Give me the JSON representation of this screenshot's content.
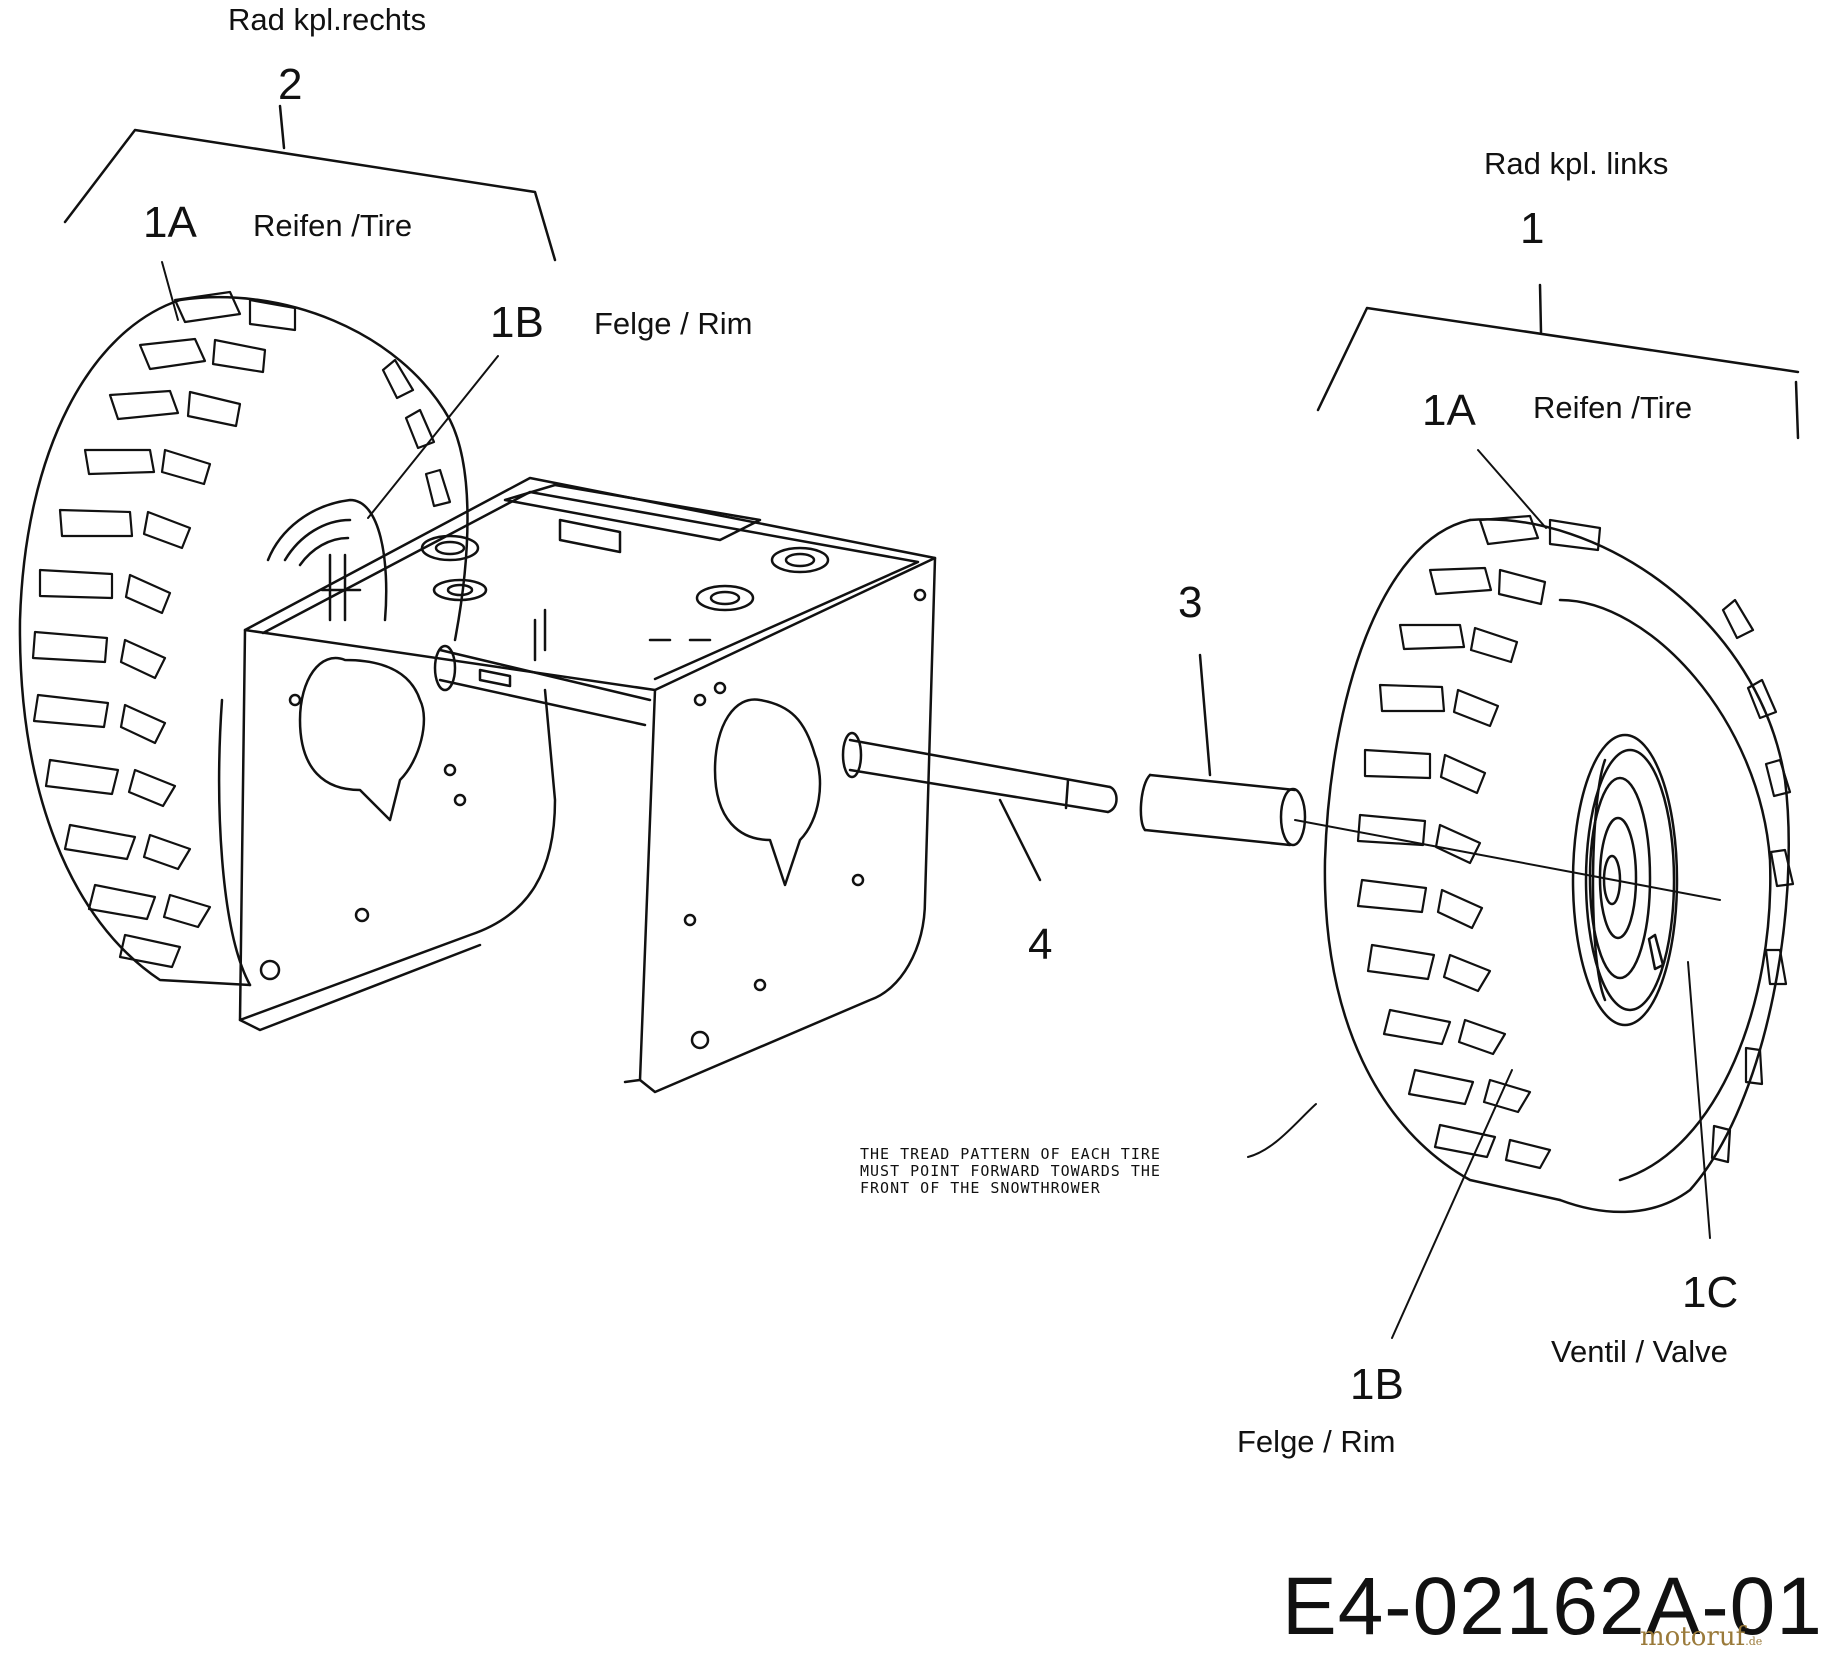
{
  "labels": {
    "right_wheel_caption": "Rad kpl.rechts",
    "right_wheel_number": "2",
    "left_wheel_caption": "Rad kpl. links",
    "left_wheel_number": "1",
    "tire_num_right": "1A",
    "tire_text_right": "Reifen /Tire",
    "rim_num_right": "1B",
    "rim_text_right": "Felge / Rim",
    "tire_num_left": "1A",
    "tire_text_left": "Reifen /Tire",
    "spacer_num": "3",
    "axle_num": "4",
    "valve_num": "1C",
    "valve_text": "Ventil / Valve",
    "rim_num_left": "1B",
    "rim_text_left": "Felge / Rim"
  },
  "note": {
    "line1": "THE TREAD PATTERN OF EACH TIRE",
    "line2": "MUST POINT FORWARD TOWARDS THE",
    "line3": "FRONT OF THE SNOWTHROWER"
  },
  "diagram_code": "E4-02162A-01",
  "watermark": {
    "name": "motoruf",
    "suffix": ".de"
  }
}
